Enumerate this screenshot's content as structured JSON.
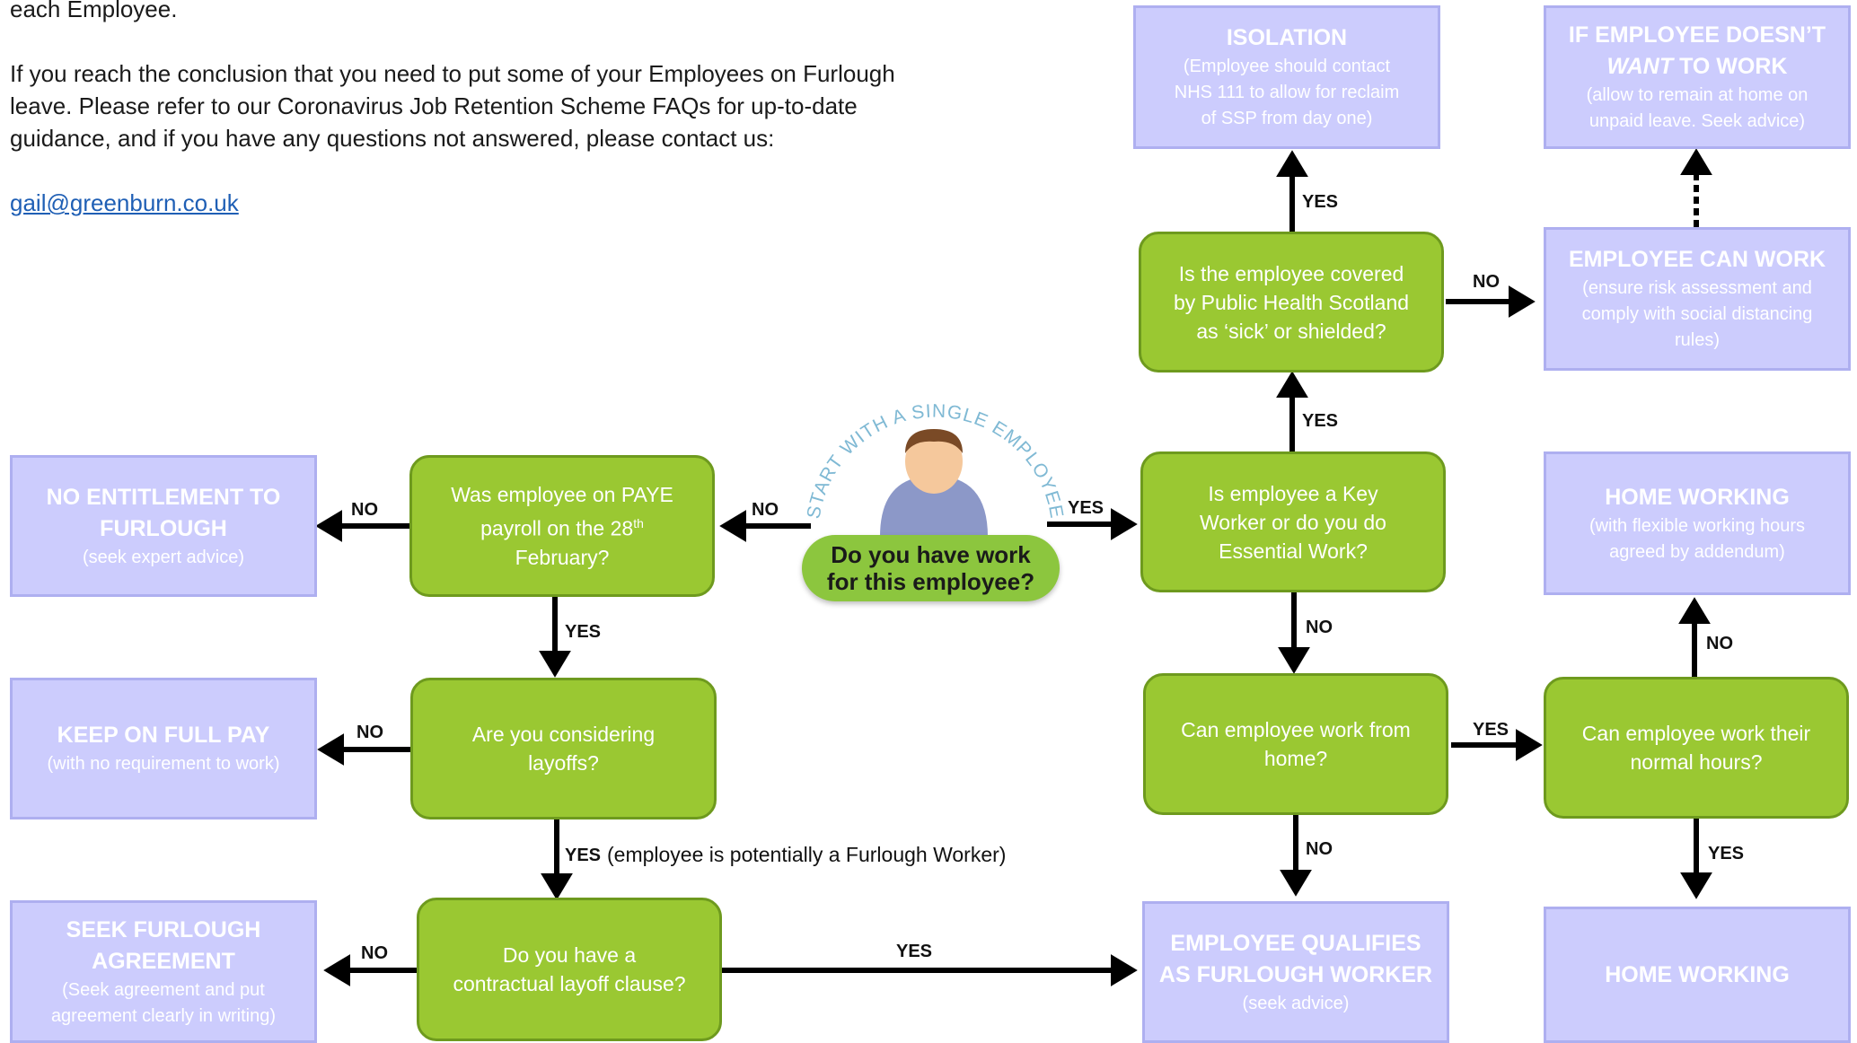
{
  "intro": {
    "line0": "each Employee.",
    "para1_line1": "If you reach the conclusion that you need to put some of your Employees on Furlough",
    "para1_line2": "leave.  Please refer to our Coronavirus Job Retention Scheme FAQs for up-to-date",
    "para1_line3": "guidance, and if you have any questions not answered, please contact us:",
    "email": "gail@greenburn.co.uk"
  },
  "start": {
    "arc_text": "START WITH A SINGLE EMPLOYEE",
    "question_line1": "Do you have work",
    "question_line2": "for this employee?"
  },
  "questions": {
    "paye_line1": "Was employee on PAYE",
    "paye_line2_pre": "payroll on the 28",
    "paye_line2_sup": "th",
    "paye_line3": "February?",
    "layoffs_line1": "Are you considering",
    "layoffs_line2": "layoffs?",
    "clause_line1": "Do you have a",
    "clause_line2": "contractual layoff clause?",
    "keyworker_line1": "Is employee a Key",
    "keyworker_line2": "Worker or do you do",
    "keyworker_line3": "Essential Work?",
    "covered_line1": "Is the employee covered",
    "covered_line2": "by Public Health Scotland",
    "covered_line3": "as ‘sick’ or shielded?",
    "wfh_line1": "Can employee work from",
    "wfh_line2": "home?",
    "hours_line1": "Can employee work their",
    "hours_line2": "normal hours?"
  },
  "outcomes": {
    "no_entitlement_title1": "NO ENTITLEMENT TO",
    "no_entitlement_title2": "FURLOUGH",
    "no_entitlement_sub": "(seek expert advice)",
    "full_pay_title": "KEEP ON FULL PAY",
    "full_pay_sub": "(with no requirement to work)",
    "seek_agreement_title1": "SEEK FURLOUGH",
    "seek_agreement_title2": "AGREEMENT",
    "seek_agreement_sub1": "(Seek agreement and put",
    "seek_agreement_sub2": "agreement clearly in writing)",
    "isolation_title": "ISOLATION",
    "isolation_sub1": "(Employee should contact",
    "isolation_sub2": "NHS 111 to allow for reclaim",
    "isolation_sub3": "of SSP from day one)",
    "doesnt_want_title1": "IF EMPLOYEE DOESN’T",
    "doesnt_want_title2_em": "WANT",
    "doesnt_want_title2_rest": " TO WORK",
    "doesnt_want_sub1": "(allow to remain at home on",
    "doesnt_want_sub2": "unpaid leave. Seek advice)",
    "can_work_title": "EMPLOYEE CAN WORK",
    "can_work_sub1": "(ensure risk assessment and",
    "can_work_sub2": "comply with social distancing",
    "can_work_sub3": "rules)",
    "home_flex_title": "HOME WORKING",
    "home_flex_sub1": "(with flexible working hours",
    "home_flex_sub2": "agreed by addendum)",
    "qualifies_title1": "EMPLOYEE QUALIFIES",
    "qualifies_title2": "AS FURLOUGH WORKER",
    "qualifies_sub": "(seek advice)",
    "home_working_title": "HOME WORKING"
  },
  "edges": {
    "yes": "YES",
    "no": "NO",
    "furlough_note": "(employee is potentially a Furlough Worker)"
  },
  "colors": {
    "question_fill": "#9ac832",
    "question_border": "#6e9a1e",
    "outcome_fill": "#ccccfd",
    "outcome_border": "#aeaff0",
    "start_badge": "#8cc63e",
    "link": "#1f5fb5"
  },
  "icons": {
    "start_person": "person-avatar-icon"
  }
}
